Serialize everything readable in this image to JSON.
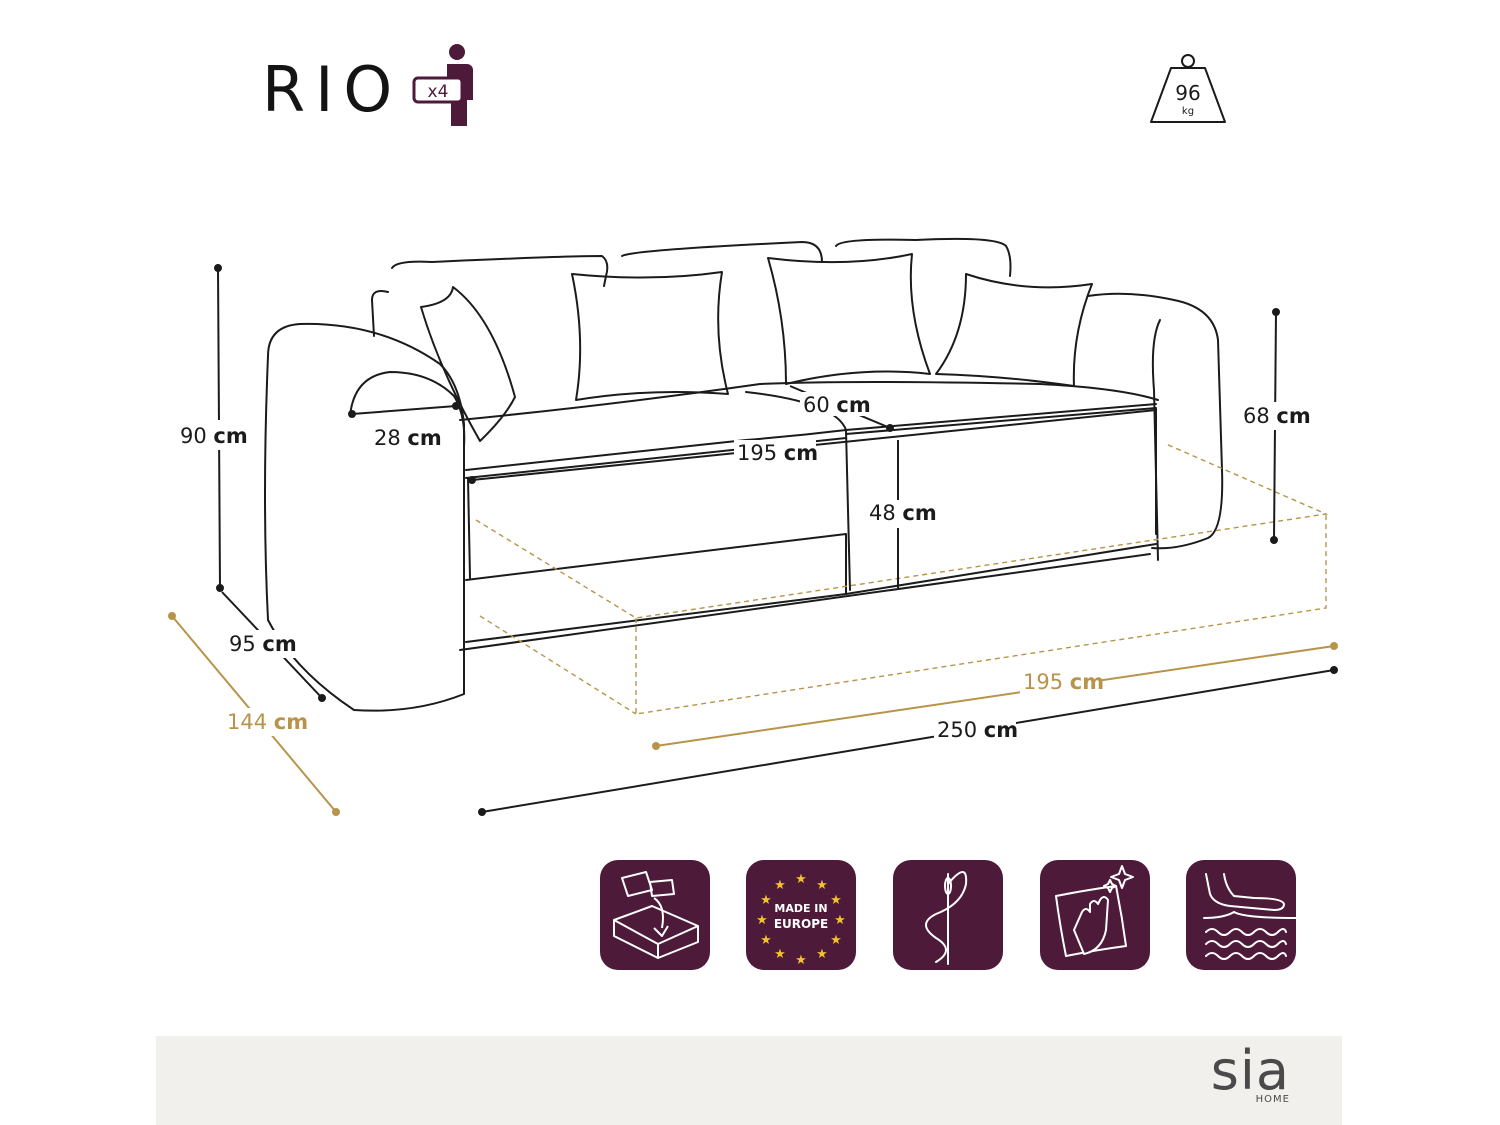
{
  "product": {
    "title": "RIO",
    "persons_multiplier": "x4",
    "weight_value": "96",
    "weight_unit": "kg"
  },
  "dimensions": {
    "height_total": {
      "value": "90",
      "unit": "cm"
    },
    "armrest_width": {
      "value": "28",
      "unit": "cm"
    },
    "seat_depth": {
      "value": "60",
      "unit": "cm"
    },
    "seat_width": {
      "value": "195",
      "unit": "cm"
    },
    "backrest_height": {
      "value": "68",
      "unit": "cm"
    },
    "seat_height": {
      "value": "48",
      "unit": "cm"
    },
    "depth": {
      "value": "95",
      "unit": "cm"
    },
    "bed_depth": {
      "value": "144",
      "unit": "cm"
    },
    "bed_width": {
      "value": "195",
      "unit": "cm"
    },
    "total_width": {
      "value": "250",
      "unit": "cm"
    }
  },
  "features": {
    "made_in_line1": "MADE IN",
    "made_in_line2": "EUROPE",
    "items": [
      "storage-icon",
      "made-in-europe-icon",
      "needle-thread-icon",
      "cleaning-cloth-icon",
      "comfort-foam-icon"
    ]
  },
  "brand": {
    "name": "sia",
    "sub": "HOME"
  },
  "colors": {
    "accent": "#4e1a3a",
    "gold": "#b8944a",
    "line": "#1b1b1b",
    "footer": "#f2f0ec"
  }
}
